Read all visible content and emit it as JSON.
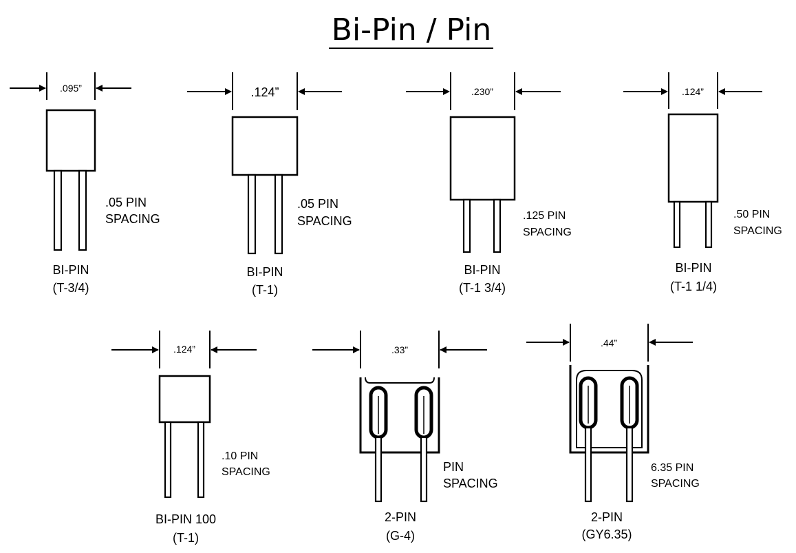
{
  "title": "Bi-Pin / Pin",
  "items": [
    {
      "dim": ".095”",
      "spacing1": ".05 PIN",
      "spacing2": "SPACING",
      "name": "BI-PIN",
      "type": "(T-3/4)"
    },
    {
      "dim": ".124”",
      "spacing1": ".05 PIN",
      "spacing2": "SPACING",
      "name": "BI-PIN",
      "type": "(T-1)"
    },
    {
      "dim": ".230”",
      "spacing1": ".125 PIN",
      "spacing2": "SPACING",
      "name": "BI-PIN",
      "type": "(T-1 3/4)"
    },
    {
      "dim": ".124”",
      "spacing1": ".50 PIN",
      "spacing2": "SPACING",
      "name": "BI-PIN",
      "type": "(T-1 1/4)"
    },
    {
      "dim": ".124”",
      "spacing1": ".10 PIN",
      "spacing2": "SPACING",
      "name": "BI-PIN 100",
      "type": "(T-1)"
    },
    {
      "dim": ".33”",
      "spacing1": "PIN",
      "spacing2": "SPACING",
      "name": "2-PIN",
      "type": "(G-4)"
    },
    {
      "dim": ".44”",
      "spacing1": "6.35 PIN",
      "spacing2": "SPACING",
      "name": "2-PIN",
      "type": "(GY6.35)"
    }
  ]
}
